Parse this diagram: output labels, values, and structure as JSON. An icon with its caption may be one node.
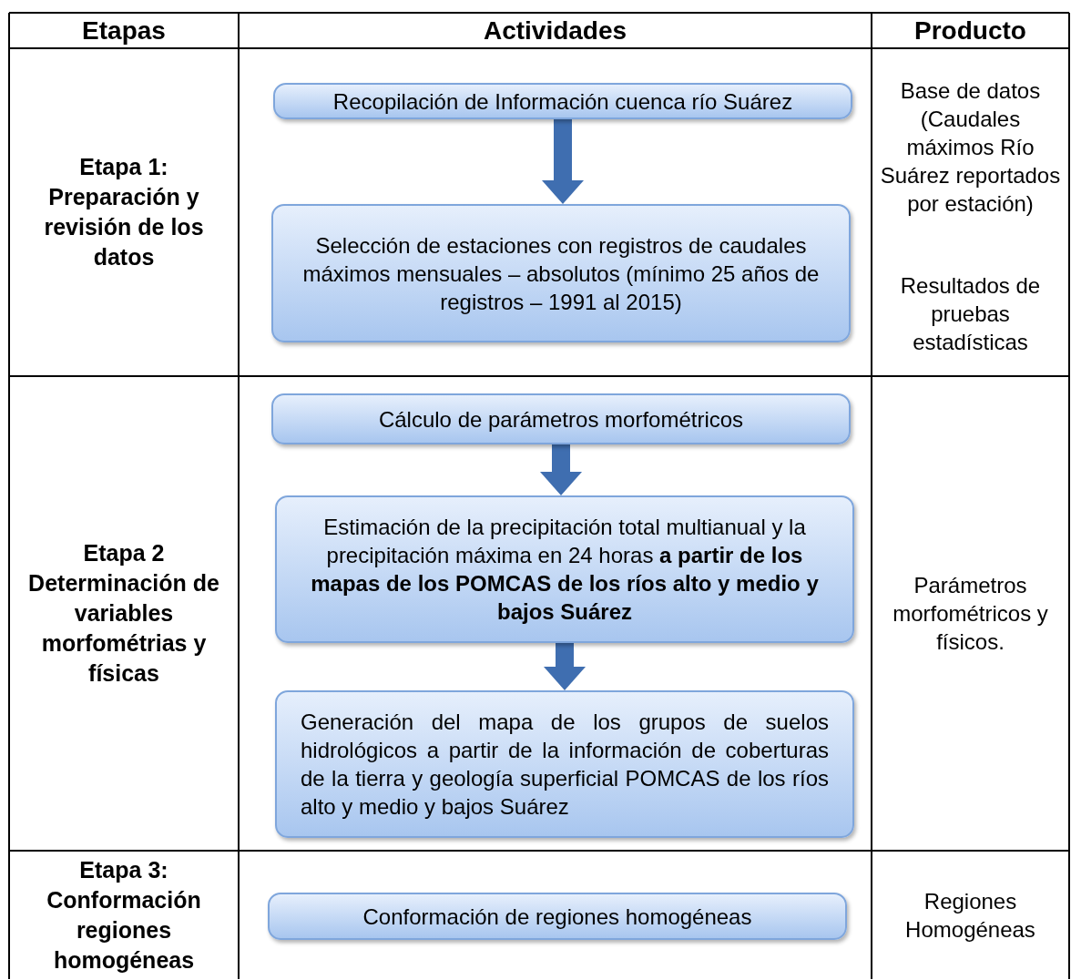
{
  "diagram": {
    "nodes": [
      {
        "text": [
          "Recopilación de Información cuenca río Suárez"
        ]
      },
      {
        "text": [
          "Selección de estaciones con registros de caudales máximos mensuales – absolutos (mínimo 25 años de registros – 1991 al 2015)"
        ]
      },
      {
        "text": [
          "Cálculo de parámetros morfométricos"
        ]
      },
      {
        "text": [
          "Estimación de la precipitación total multianual y la precipitación máxima en 24 horas **a partir de los mapas de los POMCAS de los ríos alto y medio y bajos Suárez**"
        ]
      },
      {
        "text": [
          "Generación del mapa de los grupos de suelos hidrológicos a partir de la información de coberturas de la tierra y geología superficial POMCAS de los ríos alto y medio y bajos Suárez"
        ]
      },
      {
        "text": [
          "Conformación de regiones homogéneas"
        ]
      }
    ],
    "edges": [
      {
        "from": 0,
        "to": 1,
        "arrow": "to"
      },
      {
        "from": 2,
        "to": 3,
        "arrow": "to"
      },
      {
        "from": 3,
        "to": 4,
        "arrow": "to"
      }
    ],
    "labels": [
      "Etapas",
      "Actividades",
      "Producto",
      "Etapa 1: Preparación y revisión de los datos",
      "Base de datos (Caudales máximos Río Suárez reportados por estación)",
      "Resultados de pruebas estadísticas",
      "Etapa 2 Determinación de variables morfométrias y físicas",
      "Parámetros morfométricos y físicos.",
      "Etapa 3: Conformación regiones homogéneas",
      "Regiones Homogéneas"
    ]
  }
}
